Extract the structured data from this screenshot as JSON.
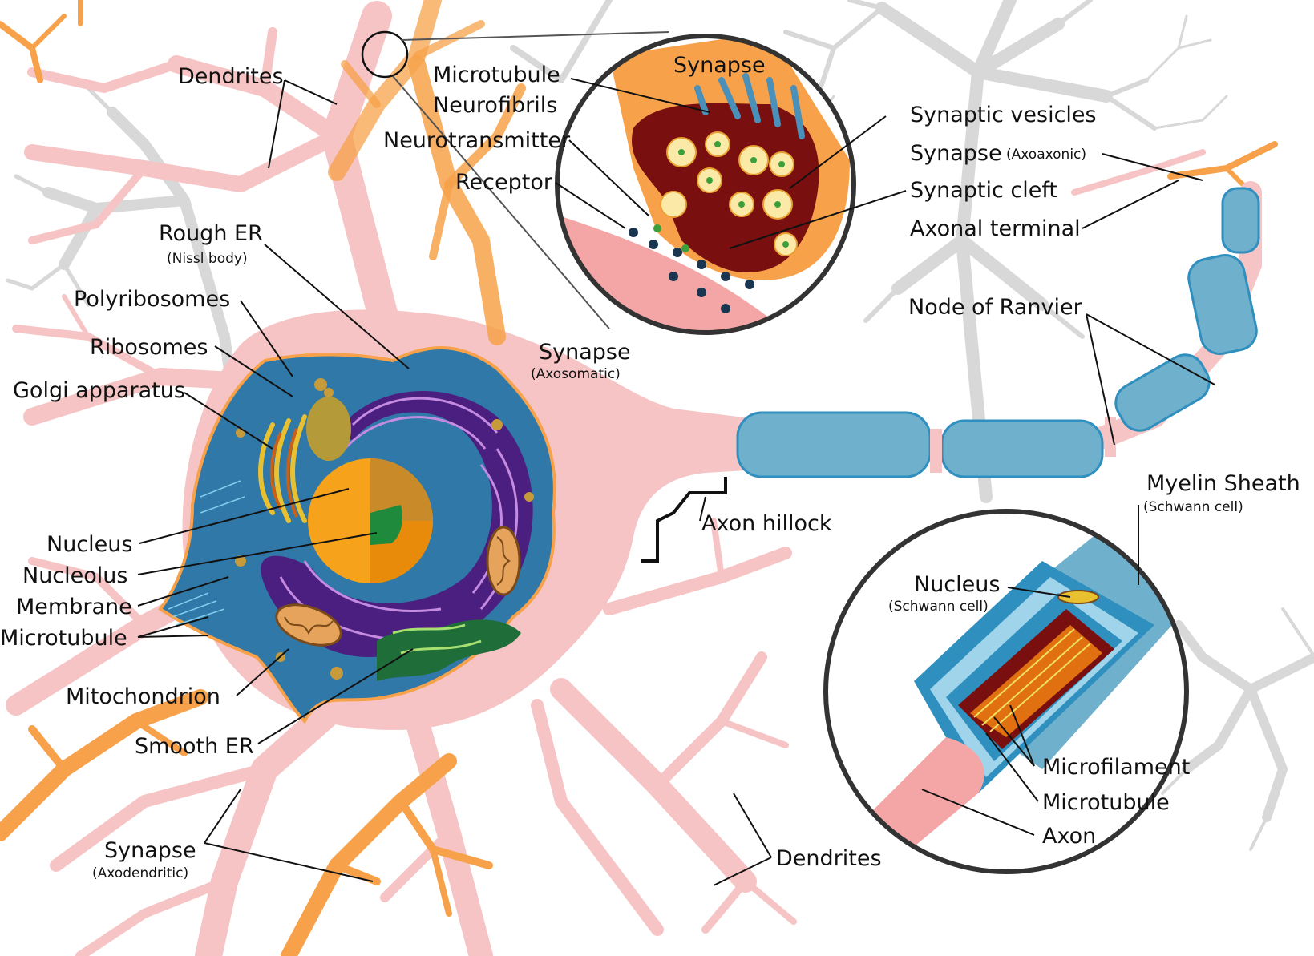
{
  "colors": {
    "background": "#ffffff",
    "neighbor_neuron": "#d8d8d8",
    "soma_pink": "#f6c4c4",
    "presynaptic_orange": "#f7a24a",
    "terminal_interior": "#7a0f0f",
    "vesicle": "#fbe9a8",
    "cytoplasm_blue": "#2f78a8",
    "rough_er_purple": "#4b1f80",
    "nucleus_orange": "#f6a21a",
    "nucleolus_green": "#1f8a3c",
    "myelin_blue": "#6fb0cc",
    "callout_border": "#333333"
  },
  "labels": {
    "dendrites_top": "Dendrites",
    "microtubule_neurofibrils_1": "Microtubule",
    "microtubule_neurofibrils_2": "Neurofibrils",
    "neurotransmitter": "Neurotransmitter",
    "receptor": "Receptor",
    "synapse_inset_title": "Synapse",
    "synaptic_vesicles": "Synaptic vesicles",
    "synapse_axoaxonic_main": "Synapse",
    "synapse_axoaxonic_sub": "(Axoaxonic)",
    "synaptic_cleft": "Synaptic cleft",
    "axonal_terminal": "Axonal terminal",
    "rough_er": "Rough ER",
    "rough_er_sub": "(Nissl body)",
    "polyribosomes": "Polyribosomes",
    "ribosomes": "Ribosomes",
    "golgi_apparatus": "Golgi apparatus",
    "synapse_axosomatic_main": "Synapse",
    "synapse_axosomatic_sub": "(Axosomatic)",
    "node_of_ranvier": "Node of Ranvier",
    "nucleus": "Nucleus",
    "nucleolus": "Nucleolus",
    "membrane": "Membrane",
    "microtubule": "Microtubule",
    "mitochondrion": "Mitochondrion",
    "smooth_er": "Smooth ER",
    "axon_hillock": "Axon hillock",
    "myelin_sheath": "Myelin Sheath",
    "myelin_sheath_sub": "(Schwann cell)",
    "schwann_nucleus": "Nucleus",
    "schwann_nucleus_sub": "(Schwann cell)",
    "microfilament": "Microfilament",
    "microtubule_inset": "Microtubule",
    "axon": "Axon",
    "synapse_axodendritic_main": "Synapse",
    "synapse_axodendritic_sub": "(Axodendritic)",
    "dendrites_bottom": "Dendrites"
  }
}
